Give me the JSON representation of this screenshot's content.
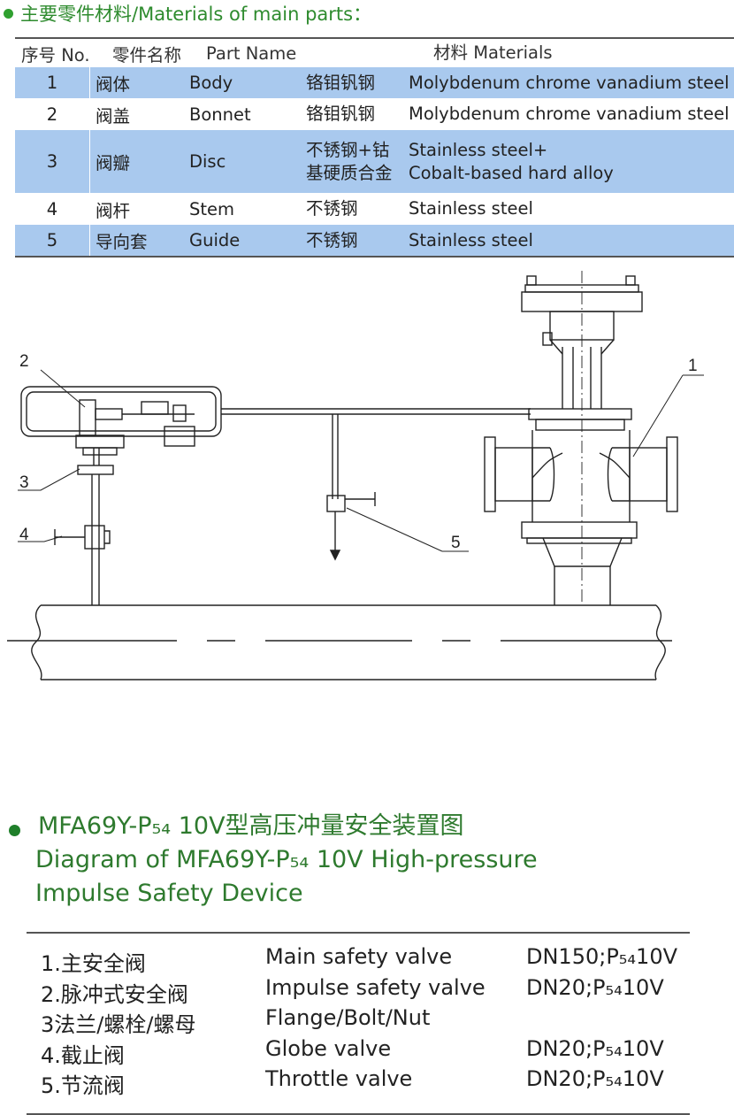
{
  "materials_section": {
    "title": "主要零件材料/Materials of main parts："
  },
  "materials_table": {
    "headers": {
      "no": "序号 No.",
      "part_cn": "零件名称",
      "part_en": "Part Name",
      "materials": "材料 Materials"
    },
    "rows": [
      {
        "no": "1",
        "part_cn": "阀体",
        "part_en": "Body",
        "mat_cn": "铬钼钒钢",
        "mat_en": "Molybdenum chrome vanadium steel"
      },
      {
        "no": "2",
        "part_cn": "阀盖",
        "part_en": "Bonnet",
        "mat_cn": "铬钼钒钢",
        "mat_en": "Molybdenum chrome vanadium steel"
      },
      {
        "no": "3",
        "part_cn": "阀瓣",
        "part_en": "Disc",
        "mat_cn": "不锈钢+钴",
        "mat_cn_2": "基硬质合金",
        "mat_en": "Stainless steel+",
        "mat_en_2": "Cobalt-based hard alloy"
      },
      {
        "no": "4",
        "part_cn": "阀杆",
        "part_en": "Stem",
        "mat_cn": "不锈钢",
        "mat_en": "Stainless steel"
      },
      {
        "no": "5",
        "part_cn": "导向套",
        "part_en": "Guide",
        "mat_cn": "不锈钢",
        "mat_en": "Stainless steel"
      }
    ]
  },
  "diagram": {
    "callouts": [
      "1",
      "2",
      "3",
      "4",
      "5"
    ]
  },
  "device_section": {
    "title_cn": "MFA69Y-P₅₄ 10V型高压冲量安全装置图",
    "title_en_1": "Diagram of MFA69Y-P₅₄ 10V High-pressure",
    "title_en_2": "Impulse Safety Device"
  },
  "parts_list": [
    {
      "cn": "1.主安全阀",
      "en": "Main safety valve",
      "spec": "DN150;P₅₄10V"
    },
    {
      "cn": "2.脉冲式安全阀",
      "en": "Impulse safety valve",
      "spec": "DN20;P₅₄10V"
    },
    {
      "cn": "3法兰/螺栓/螺母",
      "en": "Flange/Bolt/Nut",
      "spec": ""
    },
    {
      "cn": "4.截止阀",
      "en": "Globe valve",
      "spec": "DN20;P₅₄10V"
    },
    {
      "cn": "5.节流阀",
      "en": "Throttle valve",
      "spec": "DN20;P₅₄10V"
    }
  ],
  "colors": {
    "accent_green": "#2fa02f",
    "row_shade": "#a9c9ee"
  }
}
